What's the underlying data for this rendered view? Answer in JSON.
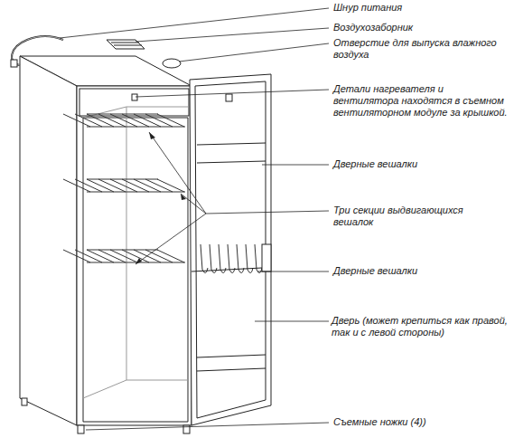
{
  "diagram": {
    "labels": [
      "Шнур питания",
      "Воздухозаборник",
      "Отверстие для выпуска влажного воздуха",
      "Детали нагревателя и вентилятора находятся в съемном вентиляторном модуле за крышкой.",
      "Дверные вешалки",
      "Три секции выдвигающихся вешалок",
      "Дверные вешалки",
      "Дверь (может крепиться как правой, так и с левой стороны)",
      "Съемные ножки (4))"
    ]
  }
}
